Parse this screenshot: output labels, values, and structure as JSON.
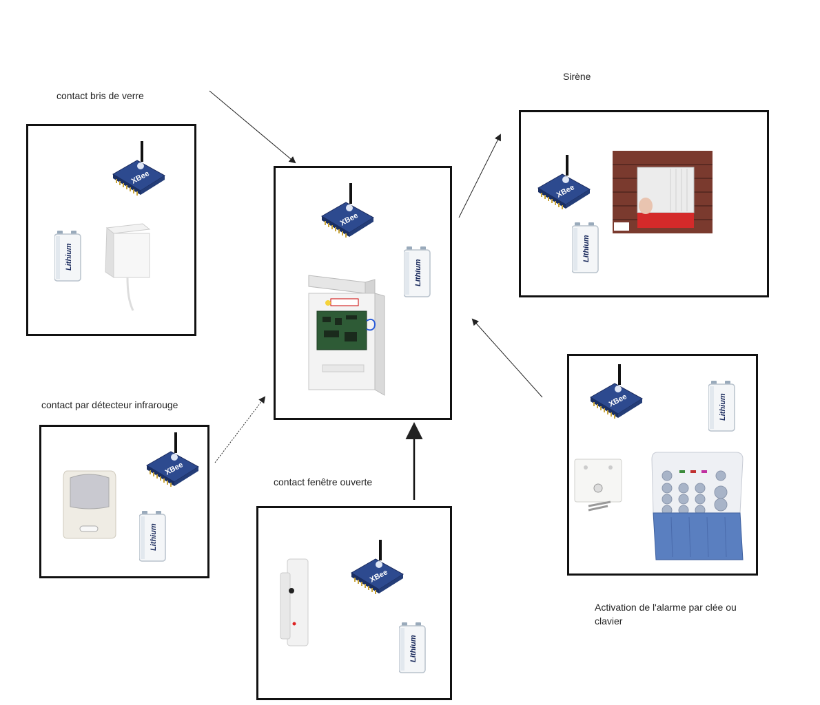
{
  "labels": {
    "glass_break": "contact bris de verre",
    "siren": "Sirène",
    "infrared": "contact par détecteur infrarouge",
    "window": "contact fenêtre ouverte",
    "activation": "Activation de l'alarme par clée ou clavier"
  },
  "battery_text": "Lithium",
  "xbee_text": "XBee",
  "colors": {
    "xbee_board": "#2d4a8f",
    "border": "#111111",
    "arrow": "#222222",
    "siren_red": "#d42a2a",
    "brick": "#7a3a2e",
    "keypad_lid": "#5a7fc0"
  },
  "icons": [
    "xbee-module-icon",
    "lithium-battery-icon",
    "glass-break-sensor-icon",
    "control-panel-icon",
    "siren-icon",
    "pir-sensor-icon",
    "door-contact-icon",
    "key-switch-icon",
    "keypad-icon"
  ]
}
